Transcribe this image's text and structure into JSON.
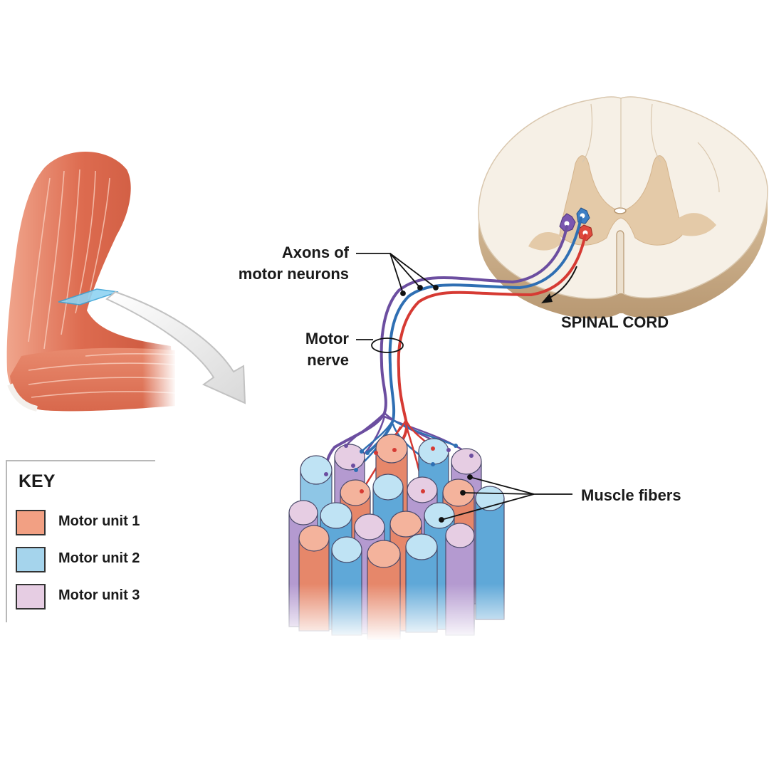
{
  "labels": {
    "axons": [
      "Axons of",
      "motor neurons"
    ],
    "motor_nerve": [
      "Motor",
      "nerve"
    ],
    "spinal_cord": "SPINAL CORD",
    "muscle_fibers": "Muscle fibers"
  },
  "key": {
    "title": "KEY",
    "items": [
      {
        "label": "Motor unit 1",
        "color": "#f2a083"
      },
      {
        "label": "Motor unit 2",
        "color": "#a5d4ec"
      },
      {
        "label": "Motor unit 3",
        "color": "#e6cde3"
      }
    ]
  },
  "colors": {
    "unit1": "#e6876a",
    "unit2": "#5fa8d8",
    "unit3": "#a88ac4",
    "axon_red": "#d63a33",
    "axon_blue": "#2f6fb3",
    "axon_purple": "#6c4ea0",
    "spinal_white": "#f6f0e6",
    "spinal_grey": "#e4caa8",
    "muscle": "#e47a5e"
  },
  "icons": [
    "arm-muscle-icon",
    "spinal-cord-icon",
    "muscle-fiber-bundle-icon",
    "callout-arrow-icon"
  ]
}
